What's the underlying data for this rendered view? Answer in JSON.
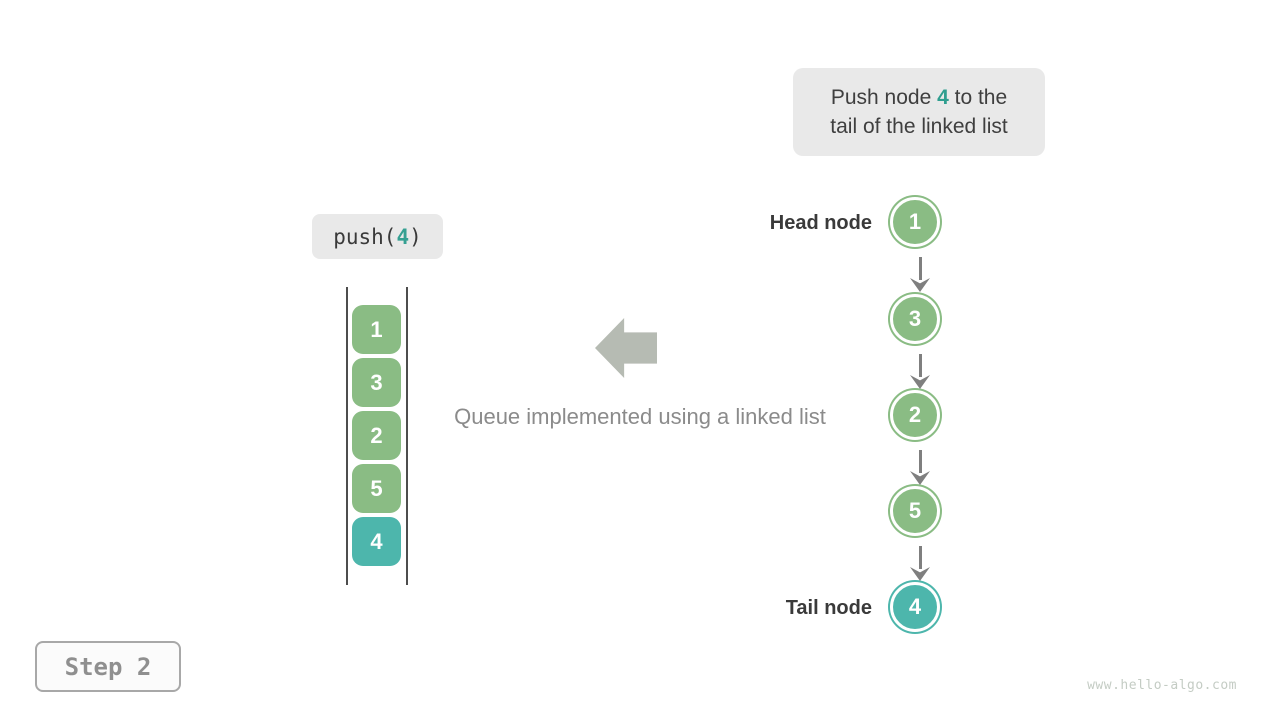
{
  "callout": {
    "line1_prefix": "Push node ",
    "highlight_value": "4",
    "line1_suffix": " to the",
    "line2": "tail of the linked list"
  },
  "push_chip": {
    "prefix": "push(",
    "value": "4",
    "suffix": ")"
  },
  "queue": {
    "values": [
      "1",
      "3",
      "2",
      "5",
      "4"
    ],
    "highlight_index": 4
  },
  "caption": "Queue implemented using a linked list",
  "linked_list": {
    "head_label": "Head node",
    "tail_label": "Tail node",
    "values": [
      "1",
      "3",
      "2",
      "5",
      "4"
    ],
    "highlight_index": 4
  },
  "step_badge": "Step 2",
  "watermark": "www.hello-algo.com",
  "colors": {
    "node_green": "#8abc84",
    "node_teal": "#4db6ac",
    "highlight_text_teal": "#2f9e8f",
    "callout_bg": "#e9e9e9",
    "block_arrow_gray": "#b6bbb3",
    "connector_gray": "#7f7f7f",
    "label_dark": "#3a3a3a",
    "caption_gray": "#8b8b8b"
  }
}
